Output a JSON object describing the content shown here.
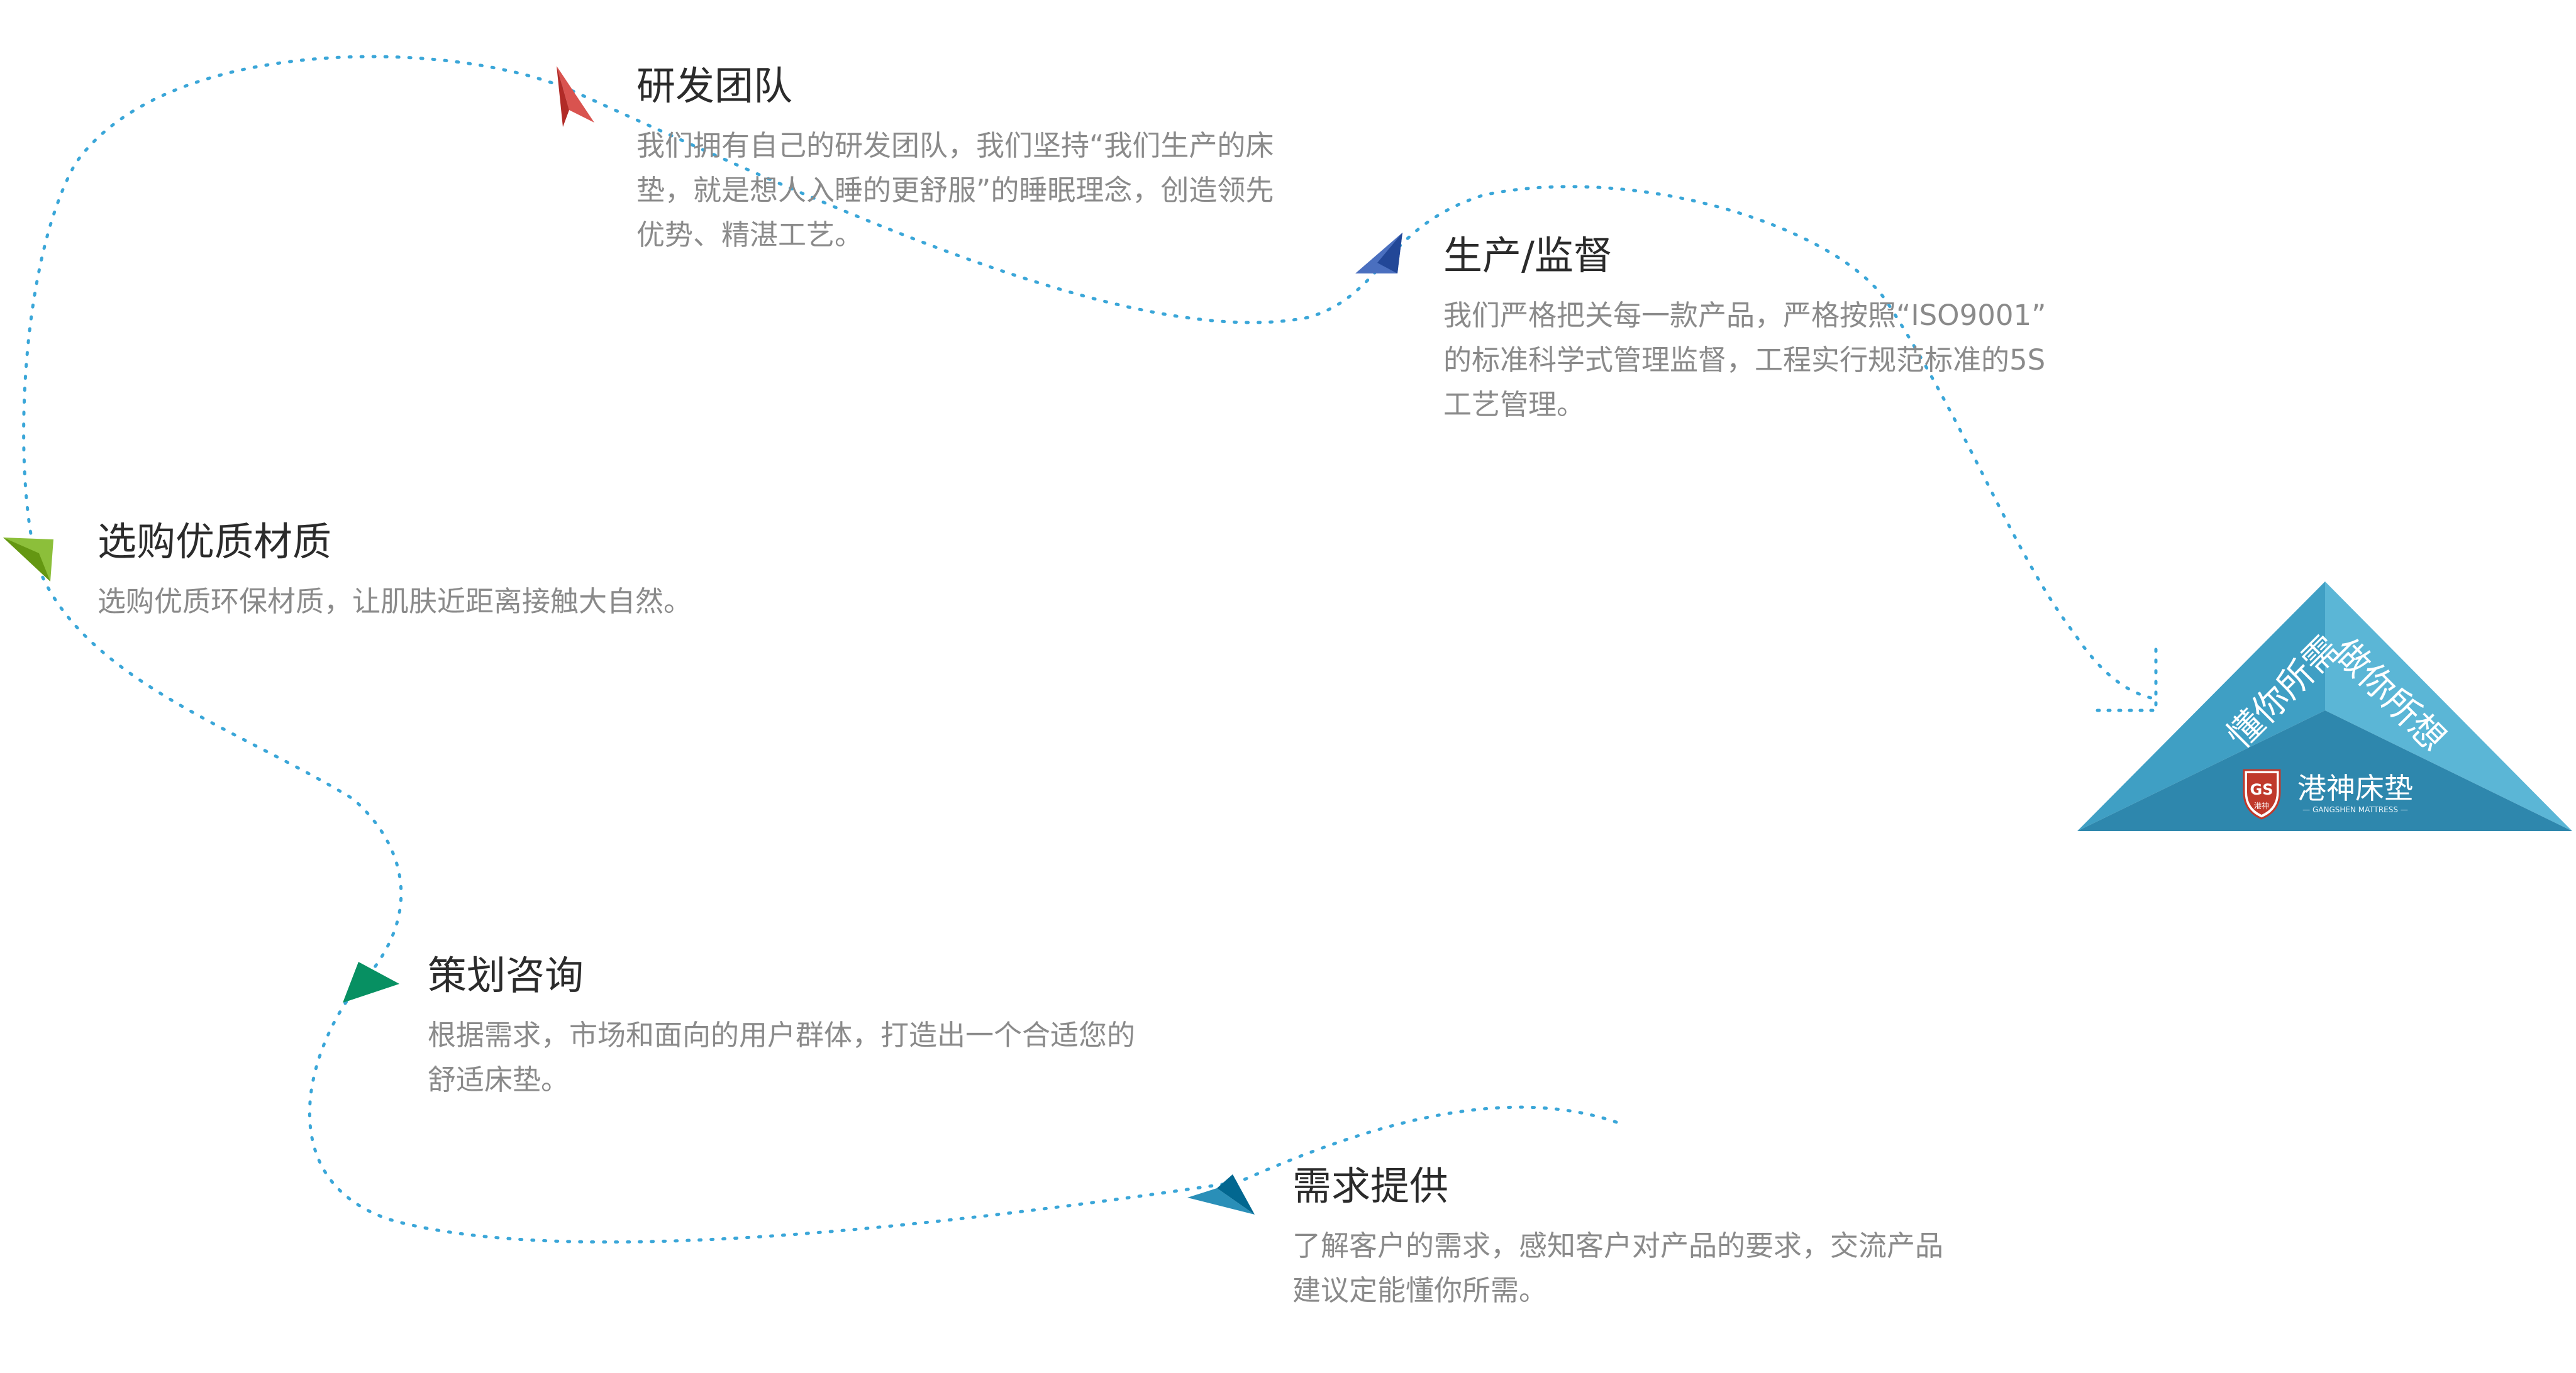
{
  "steps": [
    {
      "id": "rd",
      "title": "研发团队",
      "lines": [
        "我们拥有自己的研发团队，我们坚持“我们生产的床",
        "垫，就是想人入睡的更舒服”的睡眠理念，创造领先",
        "优势、精湛工艺。"
      ],
      "color": "#d9534f"
    },
    {
      "id": "production",
      "title": "生产/监督",
      "lines": [
        "我们严格把关每一款产品，严格按照“ISO9001”",
        "的标准科学式管理监督，工程实行规范标准的5S",
        "工艺管理。"
      ],
      "color": "#4a6fbf"
    },
    {
      "id": "materials",
      "title": "选购优质材质",
      "lines": [
        "选购优质环保材质，让肌肤近距离接触大自然。"
      ],
      "color": "#8cbf3a"
    },
    {
      "id": "planning",
      "title": "策划咨询",
      "lines": [
        "根据需求，市场和面向的用户群体，打造出一个合适您的",
        "舒适床垫。"
      ],
      "color": "#2fb88a"
    },
    {
      "id": "demand",
      "title": "需求提供",
      "lines": [
        "了解客户的需求，感知客户对产品的要求，交流产品",
        "建议定能懂你所需。"
      ],
      "color": "#2a8fb8"
    }
  ],
  "badge": {
    "left_text": "懂你所需",
    "right_text": "做你所想",
    "brand_name": "港神床垫",
    "brand_sub": "— GANGSHEN MATTRESS —",
    "logo_letters": "GS",
    "logo_small": "港神",
    "colors": {
      "left": "#3f9fc4",
      "right": "#5bb6d6",
      "bottom": "#2e87ad",
      "logo": "#c0392b"
    }
  },
  "path_color": "#3aa6d8"
}
